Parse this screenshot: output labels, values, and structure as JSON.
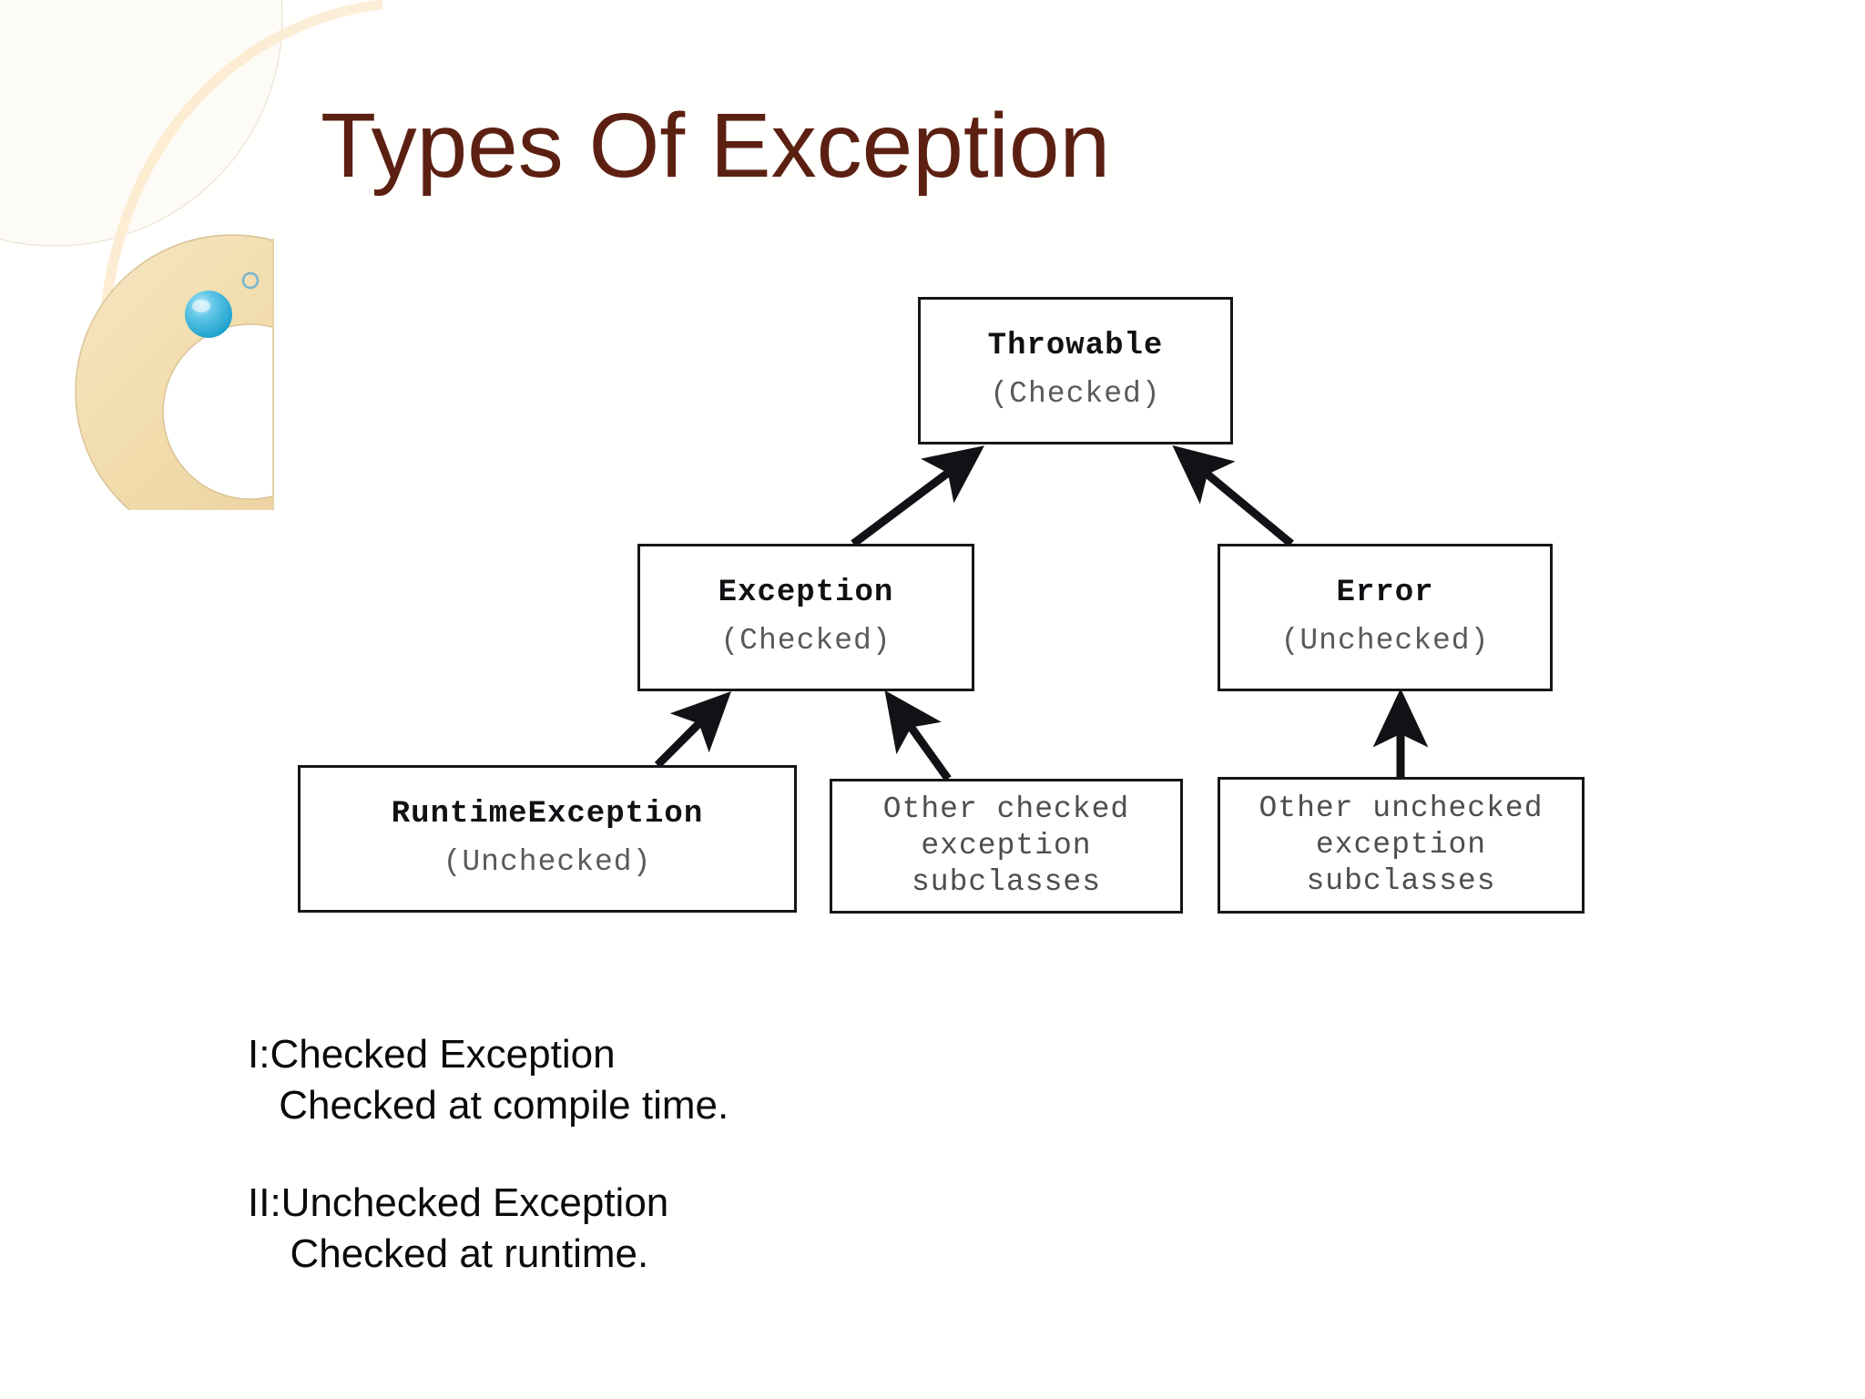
{
  "slide": {
    "title": "Types Of Exception",
    "title_color": "#5c2012",
    "background_color": "#ffffff"
  },
  "logo": {
    "name": "decorative-corner-graphic",
    "ring_color": "#f0dcab",
    "sphere_color": "#3cb6dd",
    "arc_color": "#fbe6c2",
    "small_circle_color": "#7fbcd0"
  },
  "diagram": {
    "type": "class-hierarchy",
    "nodes": [
      {
        "id": "throwable",
        "name": "Throwable",
        "qualifier": "(Checked)"
      },
      {
        "id": "exception",
        "name": "Exception",
        "qualifier": "(Checked)"
      },
      {
        "id": "error",
        "name": "Error",
        "qualifier": "(Unchecked)"
      },
      {
        "id": "runtimeexception",
        "name": "RuntimeException",
        "qualifier": "(Unchecked)"
      }
    ],
    "plain_nodes": [
      {
        "id": "otherchecked",
        "lines": [
          "Other checked",
          "exception",
          "subclasses"
        ]
      },
      {
        "id": "otherunchecked",
        "lines": [
          "Other unchecked",
          "exception",
          "subclasses"
        ]
      }
    ],
    "edges": [
      {
        "from": "exception",
        "to": "throwable"
      },
      {
        "from": "error",
        "to": "throwable"
      },
      {
        "from": "runtimeexception",
        "to": "exception"
      },
      {
        "from": "otherchecked",
        "to": "exception"
      },
      {
        "from": "otherunchecked",
        "to": "error"
      }
    ]
  },
  "notes": {
    "block1": {
      "heading": "I:Checked Exception",
      "detail": " Checked at compile time."
    },
    "block2": {
      "heading": "II:Unchecked Exception",
      "detail": "  Checked at runtime."
    }
  }
}
